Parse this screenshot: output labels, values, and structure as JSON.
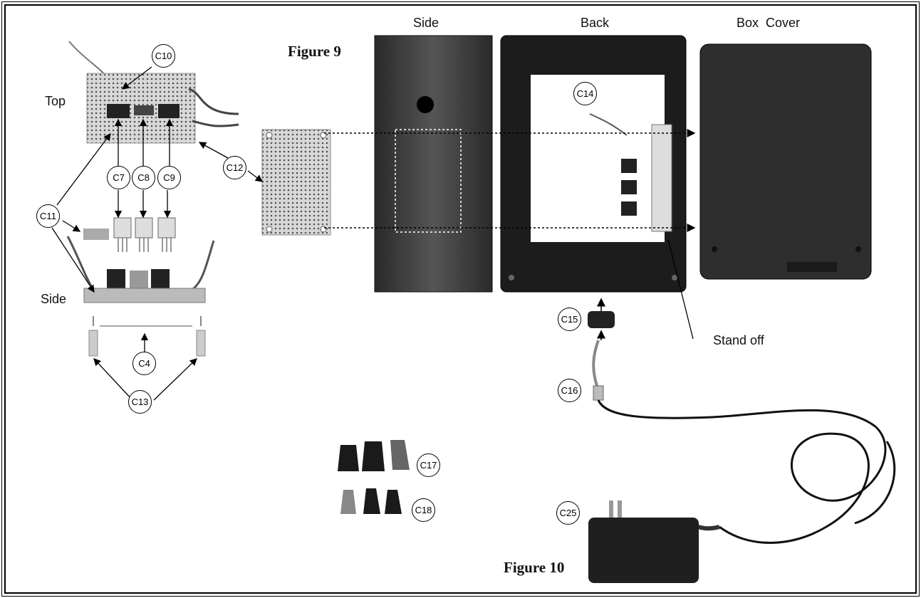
{
  "figures": {
    "fig9": "Figure 9",
    "fig10": "Figure 10"
  },
  "labels": {
    "top": "Top",
    "side_left": "Side",
    "side_header": "Side",
    "back_header": "Back",
    "box_cover_header": "Box  Cover",
    "stand_off": "Stand off"
  },
  "callouts": {
    "c4": "C4",
    "c7": "C7",
    "c8": "C8",
    "c9": "C9",
    "c10": "C10",
    "c11": "C11",
    "c12": "C12",
    "c13": "C13",
    "c14": "C14",
    "c15": "C15",
    "c16": "C16",
    "c17": "C17",
    "c18": "C18",
    "c25": "C25"
  }
}
